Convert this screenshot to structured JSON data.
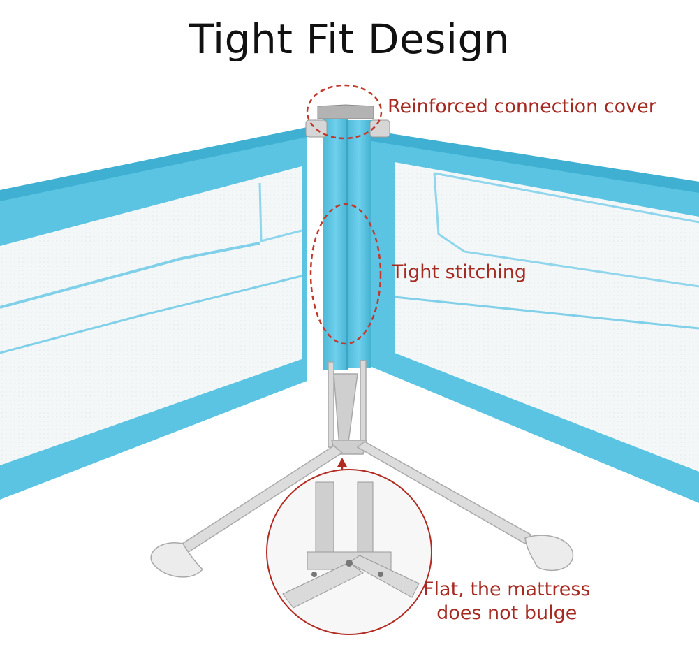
{
  "title": "Tight Fit Design",
  "callouts": {
    "connection_cover": "Reinforced connection cover",
    "stitching": "Tight stitching",
    "flat_line1": "Flat, the mattress",
    "flat_line2": "does not bulge"
  },
  "colors": {
    "fabric": "#5ac4e2",
    "fabric_dark": "#3aa9cb",
    "mesh": "#f3f6f7",
    "frame": "#c9c9c9",
    "annotation": "#b22b22"
  }
}
